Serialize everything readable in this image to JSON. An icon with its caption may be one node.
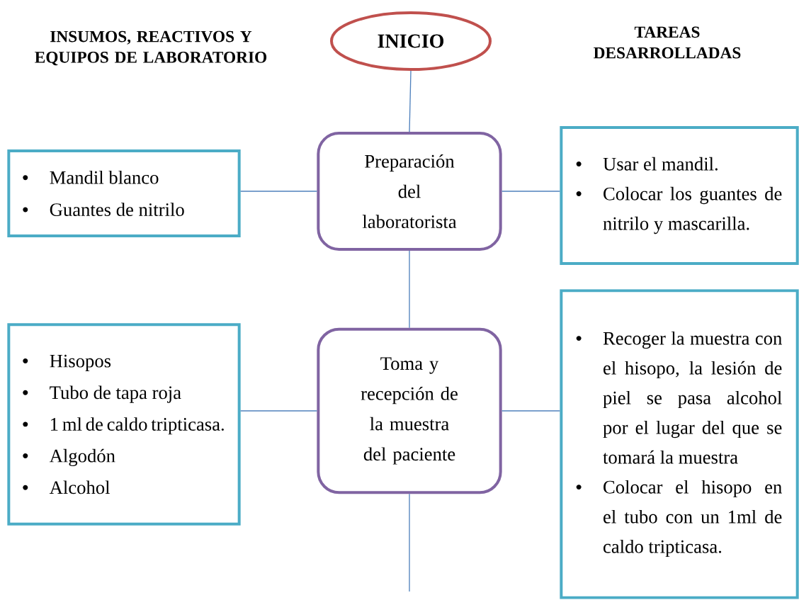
{
  "diagram": {
    "nodes": [
      {
        "text": [
          "INICIO"
        ]
      },
      {
        "text": [
          "Mandil blanco",
          "Guantes de nitrilo"
        ]
      },
      {
        "text": [
          "Preparación del laboratorista"
        ]
      },
      {
        "text": [
          "Usar el mandil.",
          "Colocar los guantes de nitrilo y mascarilla."
        ]
      },
      {
        "text": [
          "Hisopos",
          "Tubo de tapa roja",
          "1 ml de caldo tripticasa.",
          "Algodón",
          "Alcohol"
        ]
      },
      {
        "text": [
          "Toma y recepción de la muestra del paciente"
        ]
      },
      {
        "text": [
          "Recoger la muestra con el hisopo, la lesión de piel se pasa alcohol por el lugar del que se tomará la muestra",
          "Colocar el hisopo en el tubo con un 1ml de caldo tripticasa."
        ]
      }
    ],
    "edges": [
      {
        "from": 0,
        "to": 2,
        "arrow": "none"
      },
      {
        "from": 2,
        "to": 1,
        "arrow": "none"
      },
      {
        "from": 2,
        "to": 3,
        "arrow": "none"
      },
      {
        "from": 2,
        "to": 5,
        "arrow": "none"
      },
      {
        "from": 5,
        "to": 4,
        "arrow": "none"
      },
      {
        "from": 5,
        "to": 6,
        "arrow": "none"
      },
      {
        "from": 5,
        "to": null,
        "arrow": "none"
      }
    ],
    "labels": [
      "INSUMOS, REACTIVOS Y EQUIPOS DE LABORATORIO",
      "TAREAS DESARROLLADAS"
    ]
  }
}
